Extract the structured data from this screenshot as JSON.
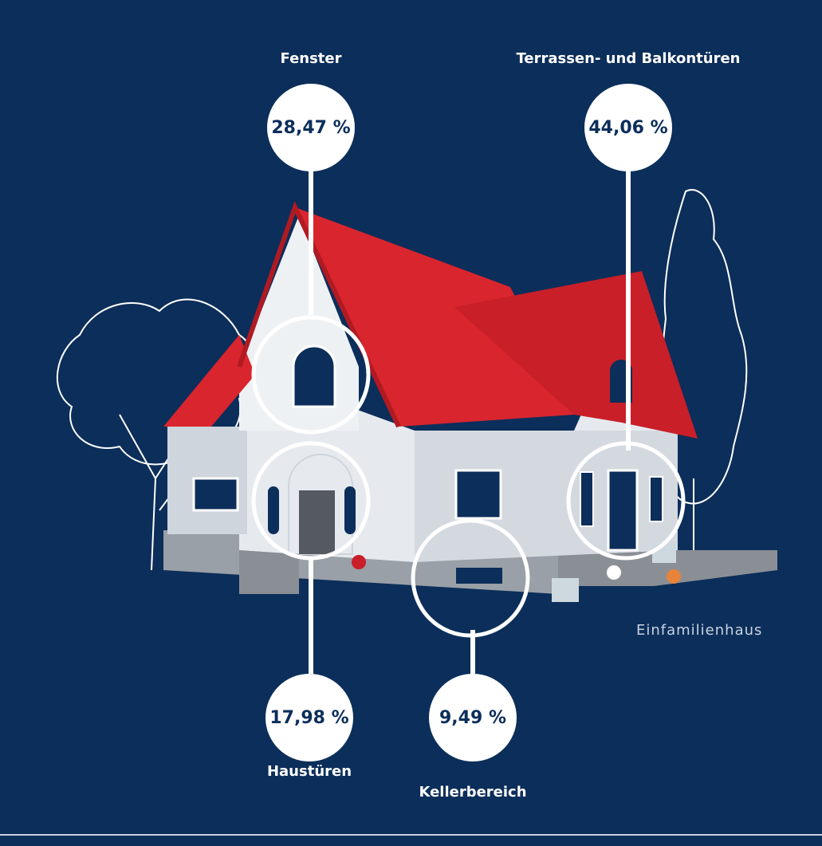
{
  "markers": [
    {
      "label": "Fenster",
      "value": "28,47 %"
    },
    {
      "label": "Terrassen- und Balkontüren",
      "value": "44,06 %"
    },
    {
      "label": "Haustüren",
      "value": "17,98 %"
    },
    {
      "label": "Kellerbereich",
      "value": "9,49 %"
    }
  ],
  "house_caption": "Einfamilienhaus",
  "colors": {
    "background": "#0c2e5a",
    "roof": "#d9252e",
    "wall": "#e6eaef",
    "badge": "#ffffff",
    "badge_text": "#0c2e5a"
  }
}
